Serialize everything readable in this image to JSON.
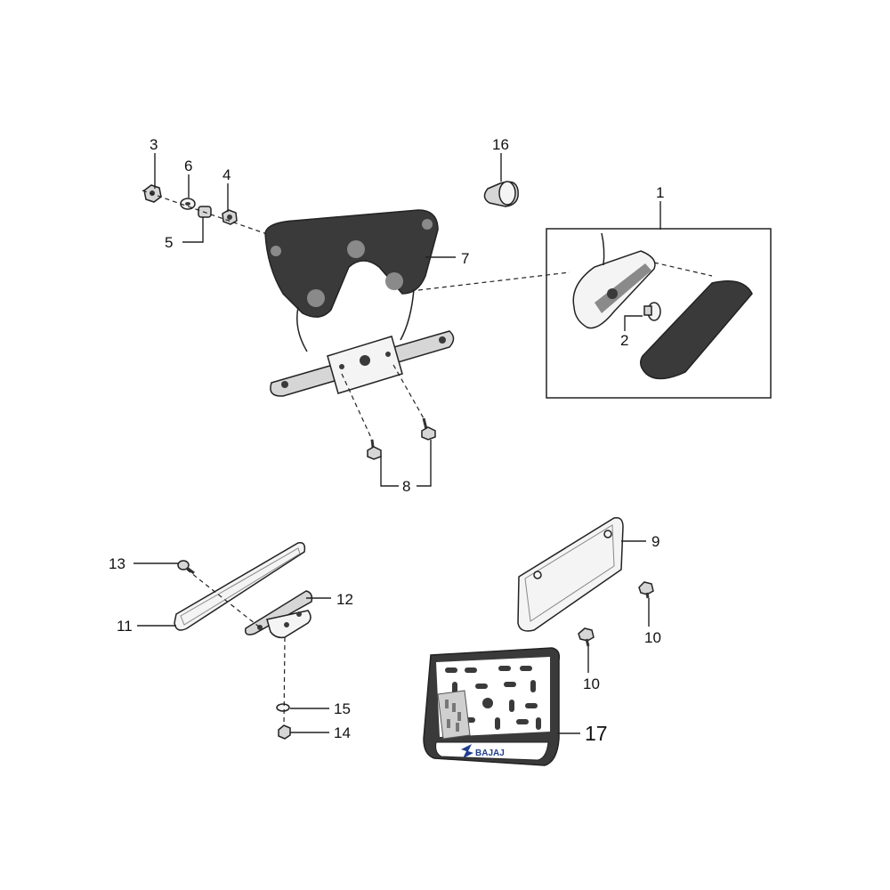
{
  "callouts": [
    {
      "id": "c3",
      "label": "3"
    },
    {
      "id": "c6",
      "label": "6"
    },
    {
      "id": "c4",
      "label": "4"
    },
    {
      "id": "c5",
      "label": "5"
    },
    {
      "id": "c16",
      "label": "16"
    },
    {
      "id": "c1",
      "label": "1"
    },
    {
      "id": "c7",
      "label": "7"
    },
    {
      "id": "c2",
      "label": "2"
    },
    {
      "id": "c8",
      "label": "8"
    },
    {
      "id": "c9",
      "label": "9"
    },
    {
      "id": "c10a",
      "label": "10"
    },
    {
      "id": "c10b",
      "label": "10"
    },
    {
      "id": "c13",
      "label": "13"
    },
    {
      "id": "c12",
      "label": "12"
    },
    {
      "id": "c11",
      "label": "11"
    },
    {
      "id": "c15",
      "label": "15"
    },
    {
      "id": "c14",
      "label": "14"
    },
    {
      "id": "c17",
      "label": "17"
    }
  ],
  "plate_frame": {
    "brand": "BAJAJ"
  },
  "colors": {
    "ink": "#222222",
    "dark_part": "#3a3a3a",
    "background": "#ffffff"
  }
}
